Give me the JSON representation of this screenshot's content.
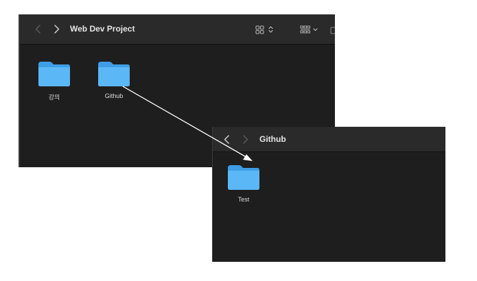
{
  "back_window": {
    "title": "Web Dev Project",
    "items": [
      {
        "label": "강의",
        "icon": "folder-icon"
      },
      {
        "label": "Github",
        "icon": "folder-icon"
      }
    ]
  },
  "front_window": {
    "title": "Github",
    "items": [
      {
        "label": "Test",
        "icon": "folder-icon"
      }
    ]
  },
  "colors": {
    "window_bg": "#1e1e1e",
    "toolbar_bg": "#2a2a2a",
    "folder_blue": "#5bb7f5",
    "folder_blue_dark": "#3f9de6",
    "text": "#e6e6e6",
    "arrow": "#ffffff"
  }
}
